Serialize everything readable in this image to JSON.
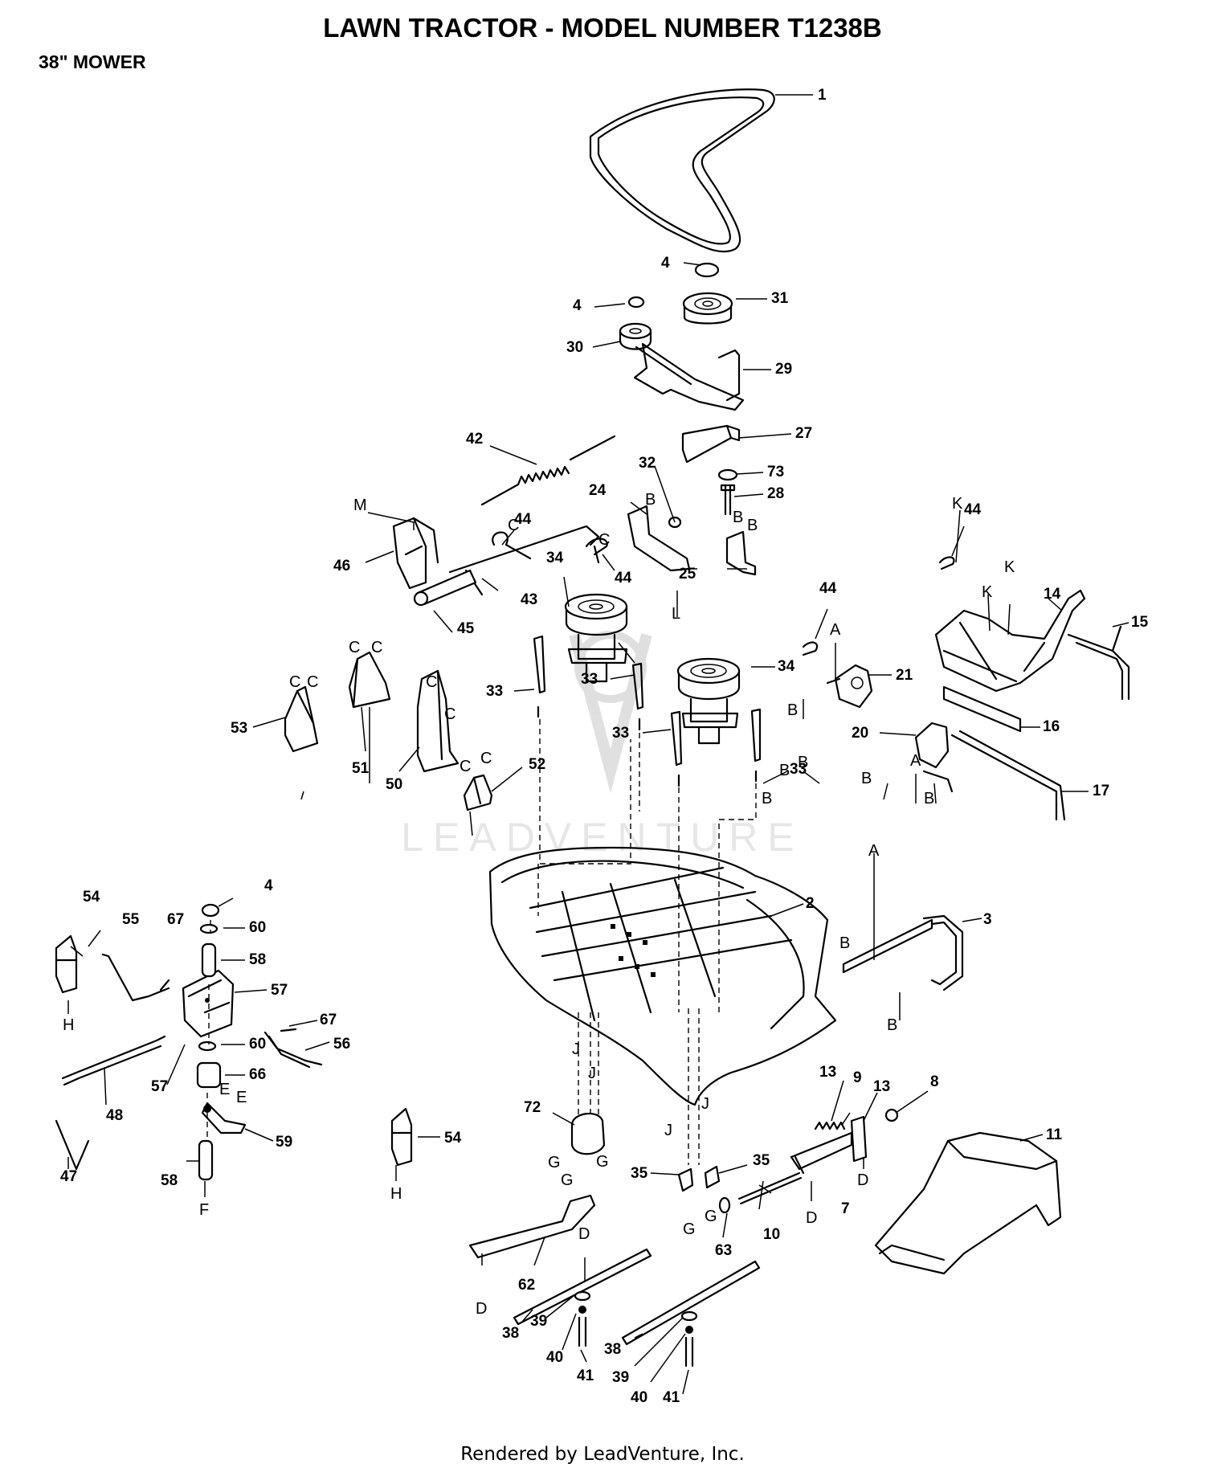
{
  "header": {
    "title": "LAWN TRACTOR - MODEL NUMBER T1238B",
    "subtitle": "38\" MOWER"
  },
  "footer": {
    "rendered_by": "Rendered by LeadVenture, Inc."
  },
  "watermark": {
    "text": "LEADVENTURE"
  },
  "callouts": [
    "1",
    "2",
    "3",
    "4",
    "4",
    "4",
    "7",
    "8",
    "9",
    "10",
    "11",
    "13",
    "13",
    "14",
    "15",
    "16",
    "17",
    "20",
    "21",
    "24",
    "25",
    "27",
    "28",
    "29",
    "30",
    "31",
    "32",
    "33",
    "33",
    "33",
    "33",
    "34",
    "34",
    "35",
    "35",
    "38",
    "38",
    "39",
    "39",
    "40",
    "40",
    "41",
    "41",
    "42",
    "43",
    "44",
    "44",
    "44",
    "44",
    "45",
    "46",
    "47",
    "48",
    "50",
    "51",
    "52",
    "53",
    "54",
    "54",
    "55",
    "56",
    "57",
    "57",
    "58",
    "58",
    "59",
    "60",
    "60",
    "62",
    "63",
    "66",
    "67",
    "67",
    "72",
    "73"
  ],
  "refs": [
    "M",
    "L",
    "A",
    "A",
    "A",
    "B",
    "B",
    "B",
    "B",
    "B",
    "B",
    "B",
    "B",
    "B",
    "B",
    "B",
    "C",
    "C",
    "C",
    "C",
    "C",
    "C",
    "C",
    "C",
    "C",
    "C",
    "K",
    "K",
    "K",
    "J",
    "J",
    "J",
    "J",
    "G",
    "G",
    "G",
    "G",
    "G",
    "D",
    "D",
    "D",
    "D",
    "H",
    "H",
    "E",
    "E",
    "F"
  ]
}
